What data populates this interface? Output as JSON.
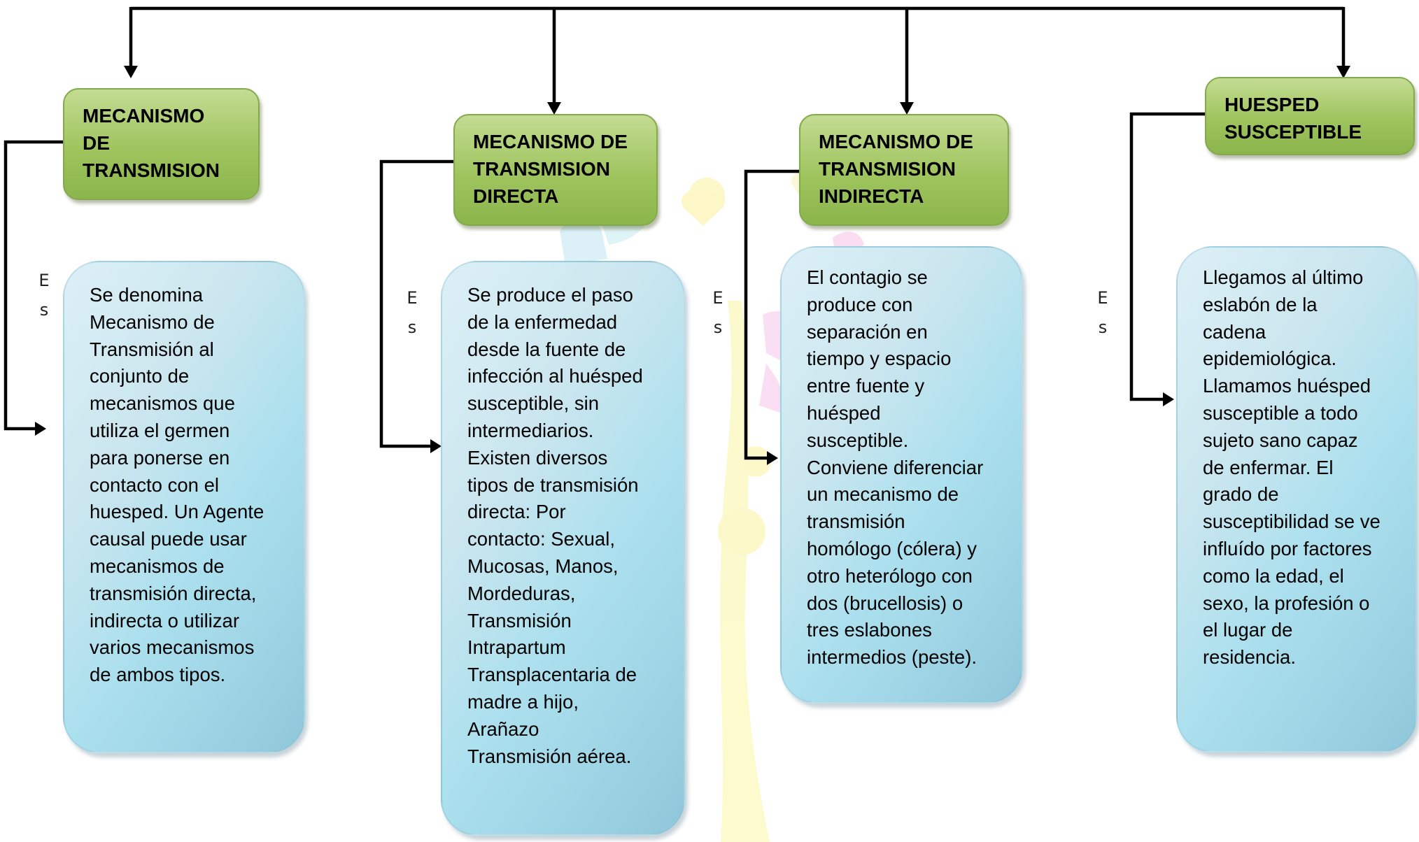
{
  "colors": {
    "header_fill": "#9fc45e",
    "header_border": "#84a94c",
    "box_fill": "#ace0ee",
    "connector": "#000000"
  },
  "nodes": [
    {
      "id": "mecanismo-transmision",
      "title": "MECANISMO\nDE\nTRANSMISION",
      "label": [
        "E",
        "s"
      ],
      "description": [
        "Se denomina",
        "Mecanismo de",
        "Transmisión al",
        "conjunto de",
        "mecanismos que",
        "utiliza el germen",
        "para ponerse en",
        "contacto con el",
        "huesped. Un Agente",
        "causal puede usar",
        "mecanismos de",
        "transmisión directa,",
        "indirecta o utilizar",
        "varios mecanismos",
        "de ambos tipos."
      ]
    },
    {
      "id": "transmision-directa",
      "title": "MECANISMO DE\nTRANSMISION\nDIRECTA",
      "label": [
        "E",
        "s"
      ],
      "description": [
        "Se produce el paso",
        "de la enfermedad",
        "desde la fuente de",
        "infección al huésped",
        "susceptible, sin",
        "intermediarios.",
        "Existen diversos",
        "tipos de transmisión",
        "directa: Por",
        "contacto: Sexual,",
        "Mucosas,  Manos,",
        "Mordeduras,",
        "Transmisión",
        "Intrapartum",
        "Transplacentaria de",
        "madre a hijo,",
        "Arañazo",
        "Transmisión aérea."
      ]
    },
    {
      "id": "transmision-indirecta",
      "title": "MECANISMO DE\nTRANSMISION\nINDIRECTA",
      "label": [
        "E",
        "s"
      ],
      "description": [
        "El contagio se",
        "produce con",
        "separación en",
        "tiempo y espacio",
        "entre fuente y",
        "huésped",
        "susceptible.",
        "Conviene diferenciar",
        "un mecanismo de",
        "transmisión",
        "homólogo (cólera) y",
        "otro heterólogo con",
        "dos (brucellosis) o",
        "tres eslabones",
        "intermedios (peste)."
      ]
    },
    {
      "id": "huesped-susceptible",
      "title": "HUESPED\nSUSCEPTIBLE",
      "label": [
        "E",
        "s"
      ],
      "description": [
        "Llegamos al último",
        "eslabón de la",
        "cadena",
        "epidemiológica.",
        "Llamamos huésped",
        "susceptible a todo",
        "sujeto sano capaz",
        "de enfermar. El",
        "grado de",
        "susceptibilidad se ve",
        "influído por factores",
        "como la edad, el",
        "sexo, la profesión o",
        "el lugar de",
        "residencia."
      ]
    }
  ]
}
